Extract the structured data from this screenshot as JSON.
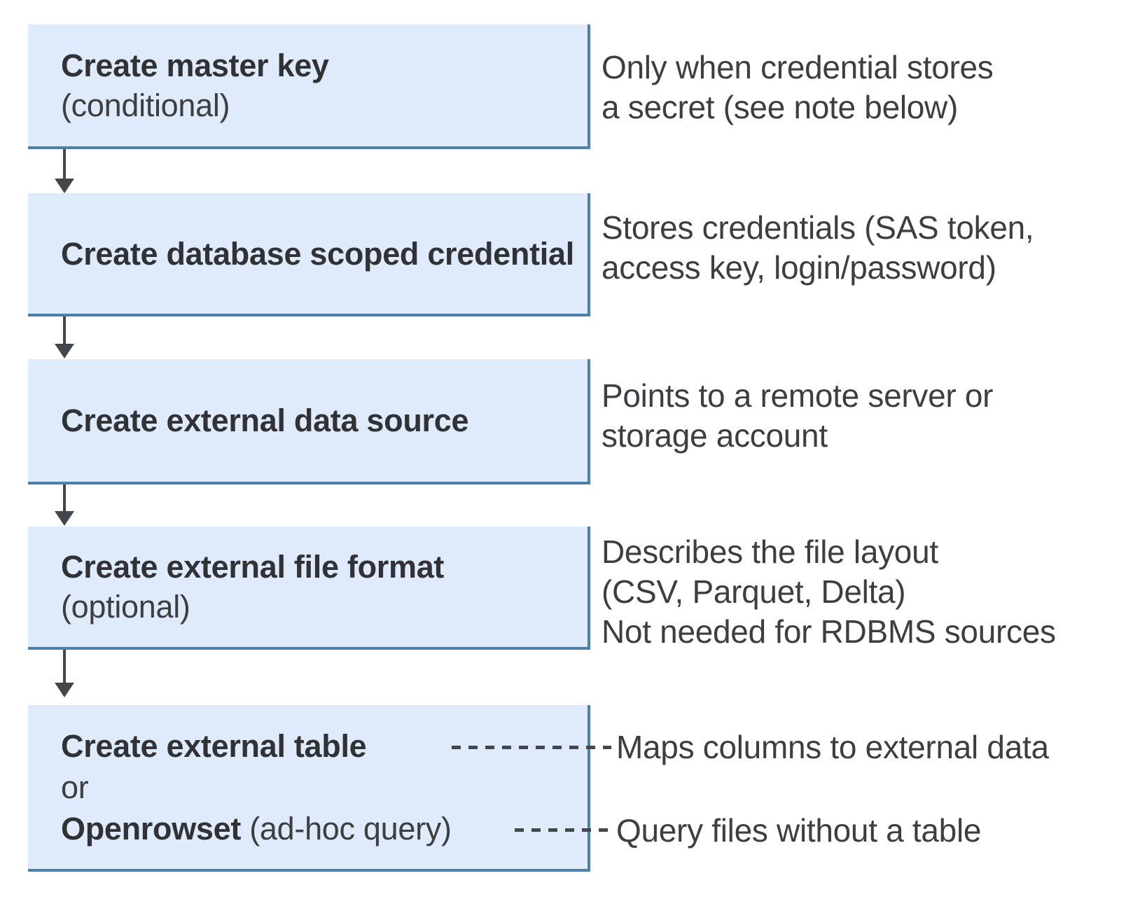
{
  "diagram": {
    "title_implicit": "Steps to create external data objects",
    "steps": [
      {
        "id": "create-master-key",
        "title": "Create master key",
        "subtitle": "(conditional)",
        "annotation": "Only when credential stores\na secret (see note below)"
      },
      {
        "id": "create-database-scoped-credential",
        "title": "Create database scoped credential",
        "annotation": "Stores credentials (SAS token,\naccess key, login/password)"
      },
      {
        "id": "create-external-data-source",
        "title": "Create external data source",
        "annotation": "Points to a remote server or\nstorage account"
      },
      {
        "id": "create-external-file-format",
        "title": "Create external file format",
        "subtitle": "(optional)",
        "annotation": "Describes the file layout\n(CSV, Parquet, Delta)\nNot needed for RDBMS sources"
      },
      {
        "id": "create-external-table-or-openrowset",
        "line1_bold": "Create external table",
        "line2": "or",
        "line3_bold": "Openrowset",
        "line3_rest": " (ad-hoc query)",
        "annotation_table": "Maps columns to external data",
        "annotation_openrowset": "Query files without a table"
      }
    ],
    "colors": {
      "box_fill": "#dfeafa",
      "box_border": "#4d7fa9",
      "title_text": "#303236",
      "annotation_text": "#3c3e41",
      "arrow": "#43474b"
    }
  }
}
